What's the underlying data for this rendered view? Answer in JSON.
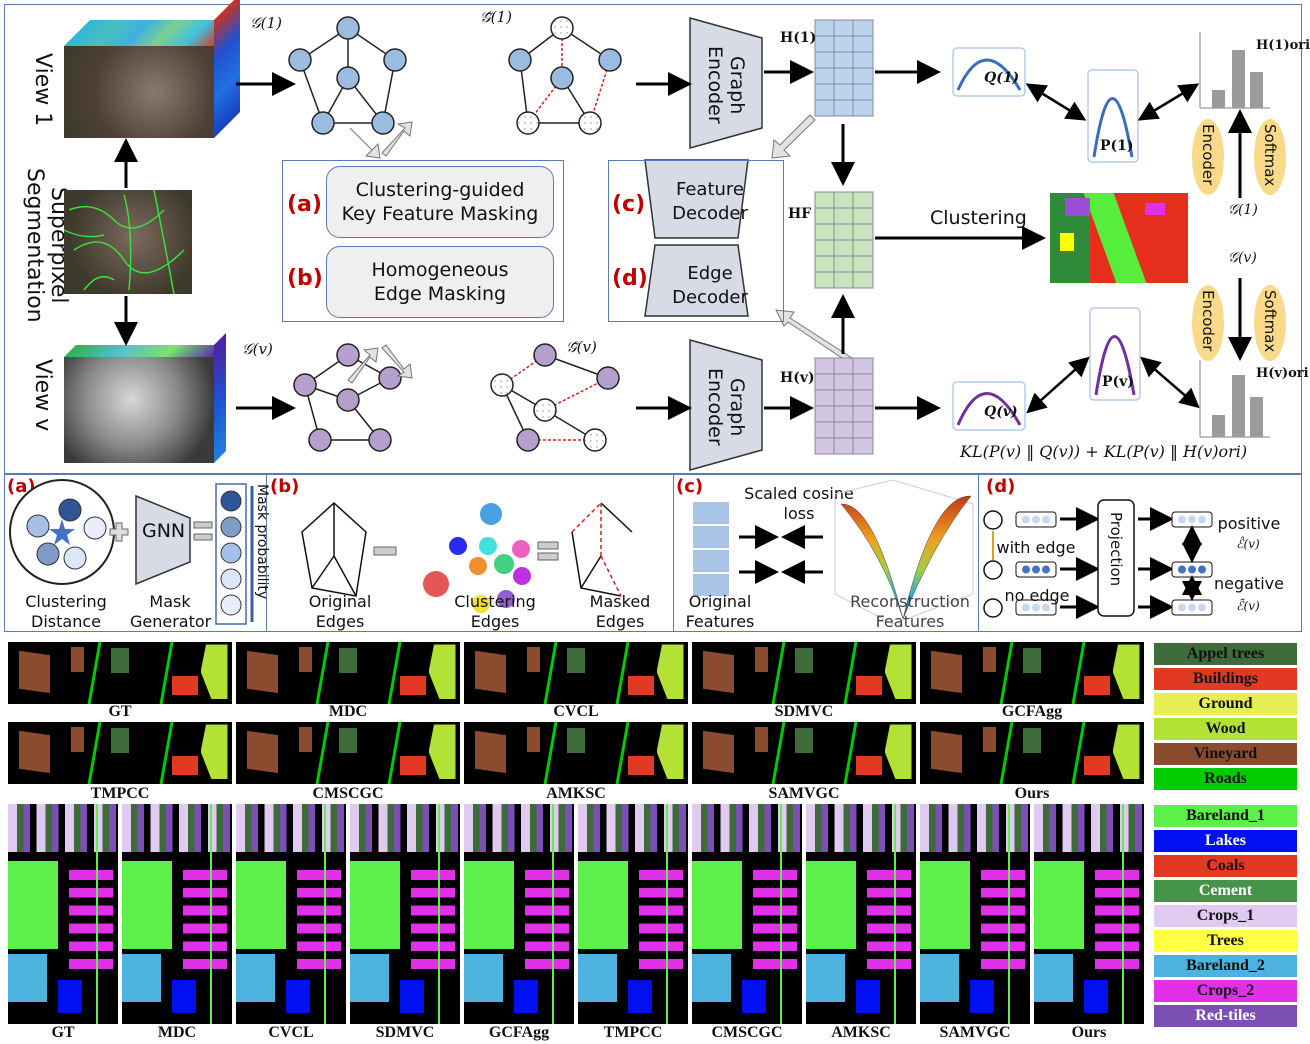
{
  "figure": {
    "top_panel": {
      "view1_label": "View 1",
      "superpixel_label": "Superpixel Segmentation",
      "viewv_label": "View v",
      "graph1_label": "𝒢(1)",
      "graph1_masked_label": "𝒢̃(1)",
      "graphv_label": "𝒢(v)",
      "graphv_masked_label": "𝒢̃(v)",
      "mask_box": {
        "a_tag": "(a)",
        "a_text": "Clustering-guided Key Feature Masking",
        "b_tag": "(b)",
        "b_text": "Homogeneous Edge Masking"
      },
      "decoder_box": {
        "c_tag": "(c)",
        "c_text": "Feature Decoder",
        "d_tag": "(d)",
        "d_text": "Edge Decoder"
      },
      "graph_encoder_label": "Graph Encoder",
      "h1_label": "H(1)",
      "hf_label": "HF",
      "hv_label": "H(v)",
      "clustering_label": "Clustering",
      "q1_label": "Q(1)",
      "qv_label": "Q(v)",
      "p1_label": "P(1)",
      "pv_label": "P(v)",
      "h1_ori_label": "H(1)ori",
      "hv_ori_label": "H(v)ori",
      "encoder_label": "Encoder",
      "softmax_label": "Softmax",
      "g1_right_label": "𝒢(1)",
      "gv_right_label": "𝒢(v)",
      "kl_formula": "KL(P(v) ‖ Q(v)) + KL(P(v) ‖ H(v)ori)"
    },
    "sub_panels": {
      "a": {
        "tag": "(a)",
        "clustering_distance": "Clustering Distance",
        "gnn": "GNN",
        "mask_generator": "Mask Generator",
        "mask_probability": "Mask probability"
      },
      "b": {
        "tag": "(b)",
        "original_edges": "Original Edges",
        "clustering_edges": "Clustering Edges",
        "masked_edges": "Masked Edges"
      },
      "c": {
        "tag": "(c)",
        "loss": "Scaled cosine loss",
        "original_features": "Original Features",
        "reconstruction_features": "Reconstruction Features"
      },
      "d": {
        "tag": "(d)",
        "with_edge": "with edge",
        "no_edge": "no edge",
        "projection": "Projection",
        "positive": "positive",
        "positive_sym": "ℰ̂(v)",
        "negative": "negative",
        "negative_sym": "ℰ̃(v)"
      }
    },
    "results": {
      "row1_methods": [
        "GT",
        "MDC",
        "CVCL",
        "SDMVC",
        "GCFAgg"
      ],
      "row2_methods": [
        "TMPCC",
        "CMSCGC",
        "AMKSC",
        "SAMVGC",
        "Ours"
      ],
      "row3_methods": [
        "GT",
        "MDC",
        "CVCL",
        "SDMVC",
        "GCFAgg",
        "TMPCC",
        "CMSCGC",
        "AMKSC",
        "SAMVGC",
        "Ours"
      ]
    },
    "legend_trento": [
      {
        "label": "Appel trees",
        "color": "#3d6b3a",
        "text": "#111"
      },
      {
        "label": "Buildings",
        "color": "#e23a22",
        "text": "#111"
      },
      {
        "label": "Ground",
        "color": "#e5ee55",
        "text": "#111"
      },
      {
        "label": "Wood",
        "color": "#b2e235",
        "text": "#111"
      },
      {
        "label": "Vineyard",
        "color": "#8b4b2f",
        "text": "#111"
      },
      {
        "label": "Roads",
        "color": "#00cc00",
        "text": "#111"
      }
    ],
    "legend_houston": [
      {
        "label": "Bareland_1",
        "color": "#5df04a",
        "text": "#111"
      },
      {
        "label": "Lakes",
        "color": "#0010f0",
        "text": "#fff"
      },
      {
        "label": "Coals",
        "color": "#e23a22",
        "text": "#111"
      },
      {
        "label": "Cement",
        "color": "#45944a",
        "text": "#fff"
      },
      {
        "label": "Crops_1",
        "color": "#e0caf0",
        "text": "#111"
      },
      {
        "label": "Trees",
        "color": "#ffff44",
        "text": "#111"
      },
      {
        "label": "Bareland_2",
        "color": "#4db3de",
        "text": "#111"
      },
      {
        "label": "Crops_2",
        "color": "#e030e8",
        "text": "#111"
      },
      {
        "label": "Red-tiles",
        "color": "#7b4fb3",
        "text": "#fff"
      }
    ]
  }
}
